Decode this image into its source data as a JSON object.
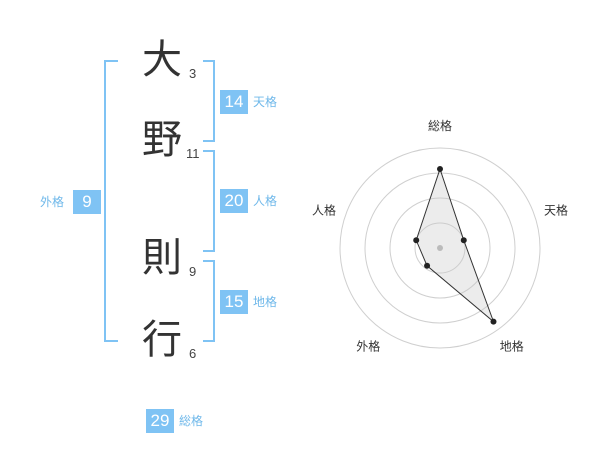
{
  "name": {
    "chars": [
      {
        "char": "大",
        "strokes": "3"
      },
      {
        "char": "野",
        "strokes": "11"
      },
      {
        "char": "則",
        "strokes": "9"
      },
      {
        "char": "行",
        "strokes": "6"
      }
    ]
  },
  "kakusu": {
    "tenkaku": {
      "value": "14",
      "label": "天格"
    },
    "jinkaku": {
      "value": "20",
      "label": "人格"
    },
    "chikaku": {
      "value": "15",
      "label": "地格"
    },
    "gaikaku": {
      "value": "9",
      "label": "外格"
    },
    "soukaku": {
      "value": "29",
      "label": "総格"
    }
  },
  "colors": {
    "accent": "#7fc3f4",
    "label": "#6fb8ea"
  },
  "chart_data": {
    "type": "radar",
    "axes": [
      "総格",
      "天格",
      "地格",
      "外格",
      "人格"
    ],
    "values": [
      0.79,
      0.25,
      0.91,
      0.22,
      0.25
    ],
    "rings": 4
  }
}
